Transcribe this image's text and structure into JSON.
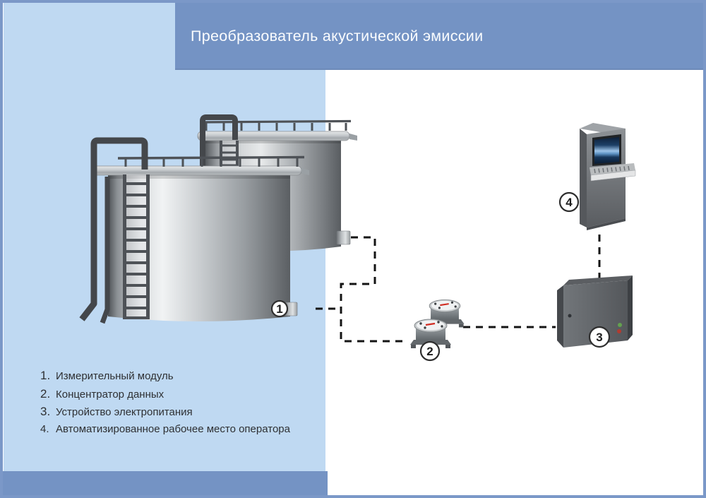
{
  "title": "Преобразователь акустической эмиссии",
  "legend": [
    {
      "num": "1.",
      "label": "Измерительный модуль"
    },
    {
      "num": "2.",
      "label": "Концентратор данных"
    },
    {
      "num": "3.",
      "label": "Устройство электропитания"
    },
    {
      "num": "4.",
      "label": "Автоматизированное рабочее место оператора"
    }
  ],
  "markers": {
    "measurement_module": "1",
    "data_concentrator": "2",
    "power_supply": "3",
    "workstation": "4"
  },
  "colors": {
    "frame": "#7b98c8",
    "title_bar": "#7493c4",
    "panel": "#bfd9f2",
    "background": "#ffffff",
    "title_text": "#fafcfe",
    "legend_text": "#2e3033",
    "dashed_line": "#141414",
    "pipe": "#44474b",
    "marker_border": "#2e2e2e",
    "led_green": "#63a14f",
    "led_red": "#b23b30",
    "metal_light": "#f1f3f4",
    "metal_dark": "#54585c",
    "screen_blue": "#9cc3e8"
  }
}
